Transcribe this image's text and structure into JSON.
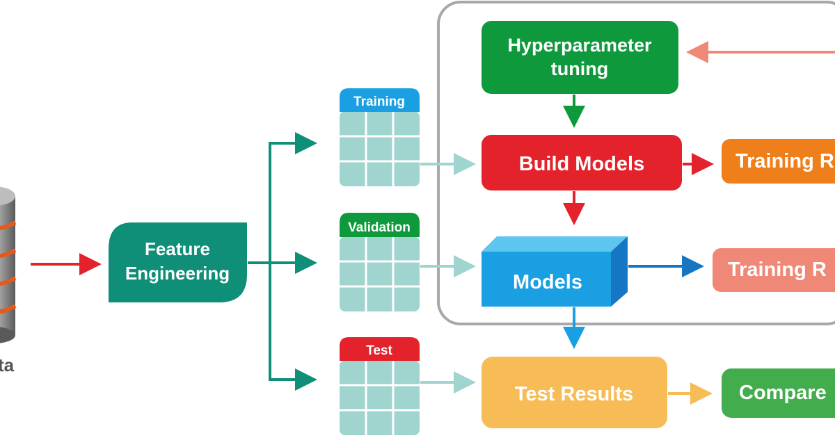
{
  "data_source": {
    "label": "ta"
  },
  "feature_engineering": {
    "line1": "Feature",
    "line2": "Engineering"
  },
  "splits": {
    "training": "Training",
    "validation": "Validation",
    "test": "Test"
  },
  "hyperparameter": {
    "line1": "Hyperparameter",
    "line2": "tuning"
  },
  "build_models": "Build Models",
  "models": "Models",
  "test_results": "Test Results",
  "outputs": {
    "training_results_top": "Training R",
    "training_results_mid": "Training R",
    "compare": "Compare"
  },
  "colors": {
    "teal": "#0f8f78",
    "green": "#0e9a3c",
    "red": "#e3222b",
    "blue": "#1a9fe3",
    "orange": "#ef7f1a",
    "salmon": "#f08877",
    "yellow": "#f7bc55",
    "light_green": "#43ad4d",
    "split_fill": "#9fd4cf"
  }
}
